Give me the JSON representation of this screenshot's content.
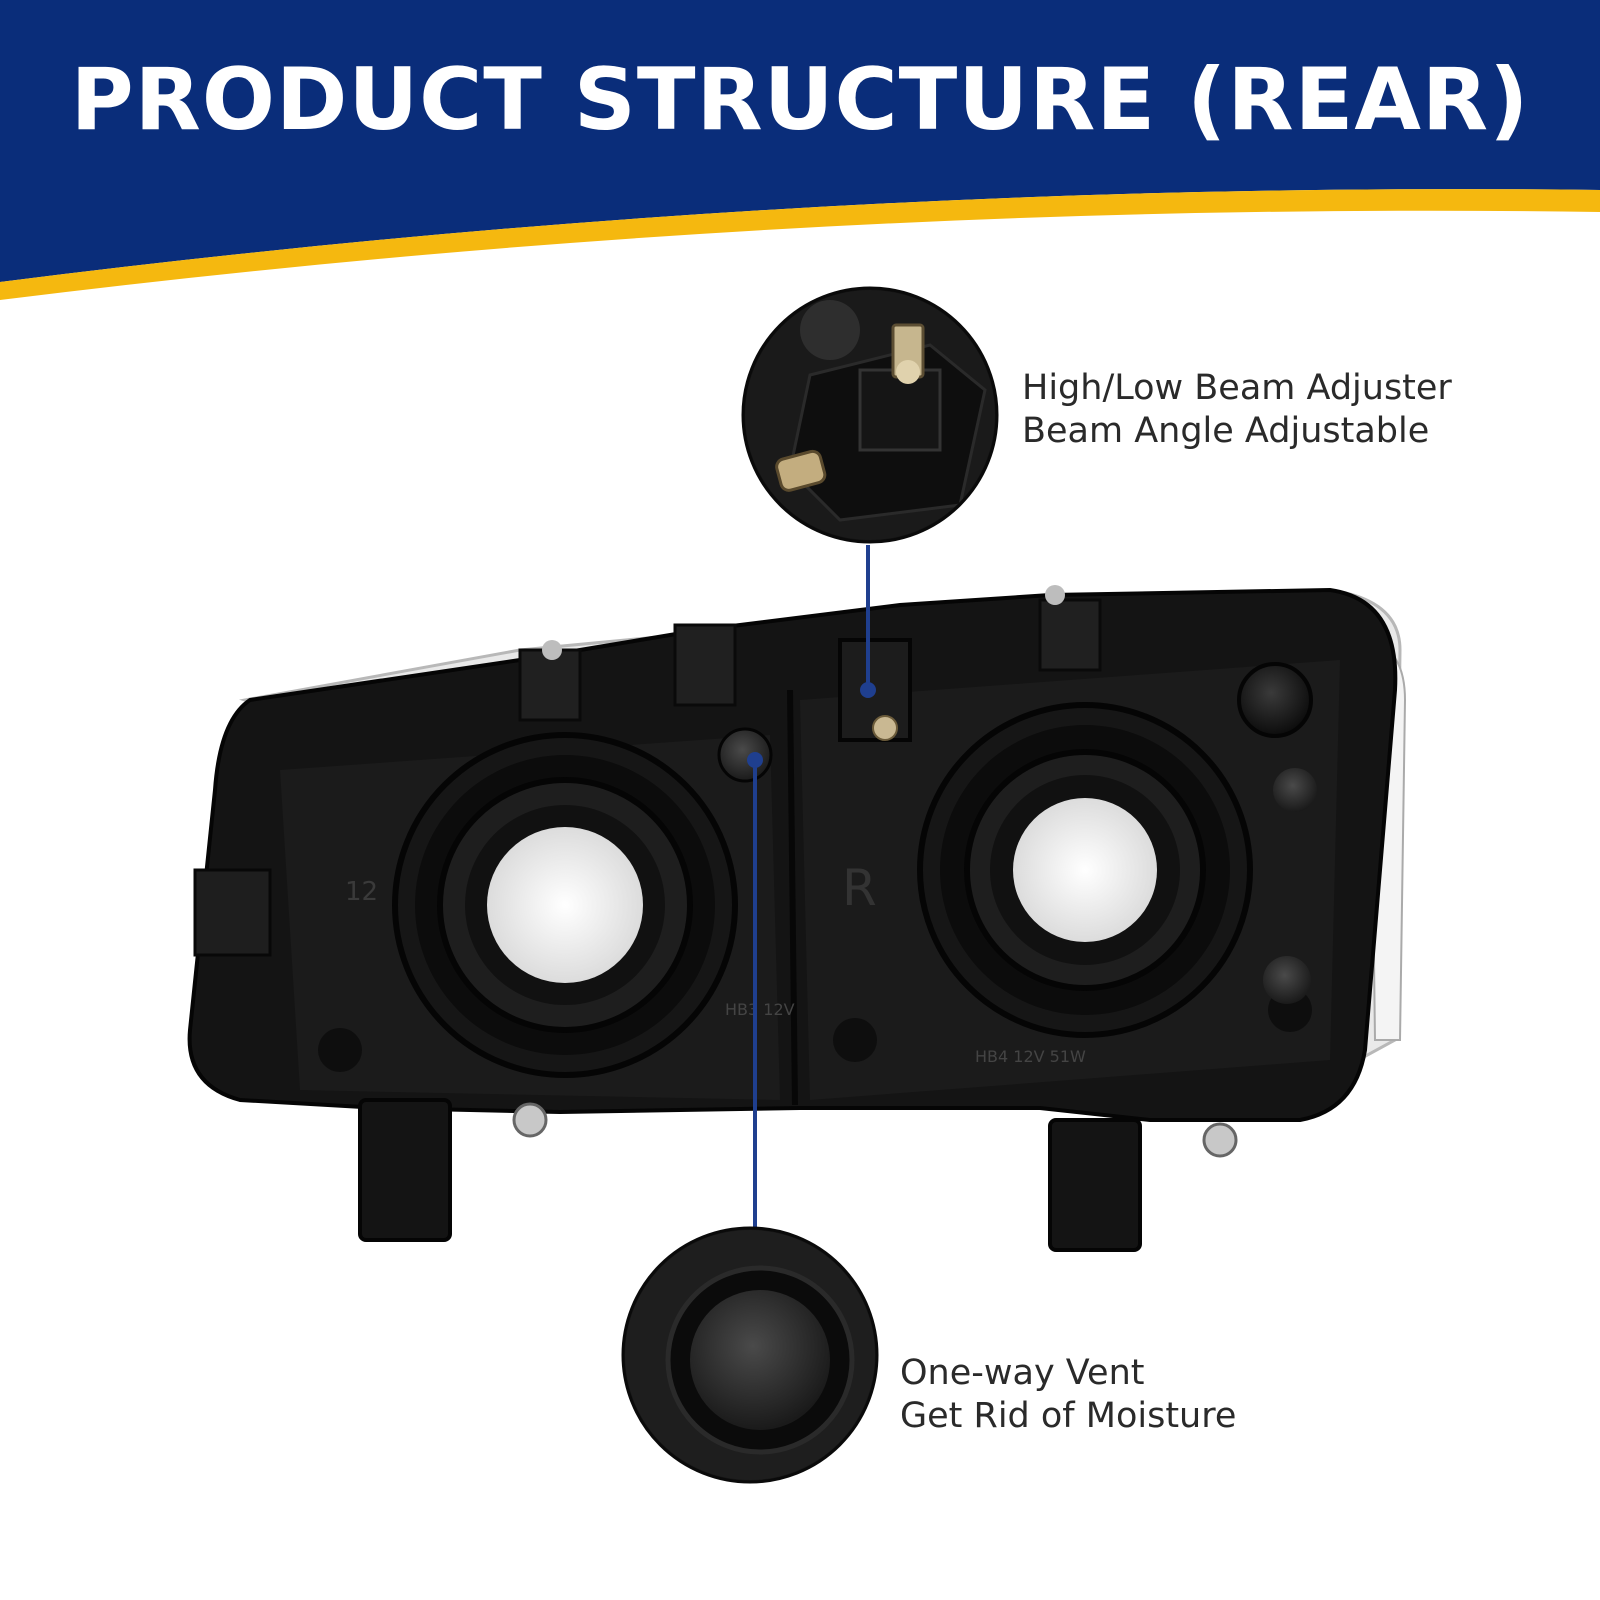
{
  "banner": {
    "title": "PRODUCT STRUCTURE (REAR)",
    "colors": {
      "navy": "#0a2d7a",
      "gold": "#f5b80f"
    }
  },
  "callouts": {
    "adjuster": {
      "line1": "High/Low Beam Adjuster",
      "line2": "Beam Angle Adjustable",
      "icon": "adjuster-detail-icon"
    },
    "vent": {
      "line1": "One-way Vent",
      "line2": "Get Rid of Moisture",
      "icon": "vent-detail-icon"
    }
  },
  "housing_markings": {
    "left_number": "12",
    "right_letter": "R",
    "left_bulb": "HB3 12V",
    "right_bulb": "HB4 12V 51W"
  },
  "colors": {
    "housing": "#141414",
    "leader_line": "#1f3f8f"
  }
}
